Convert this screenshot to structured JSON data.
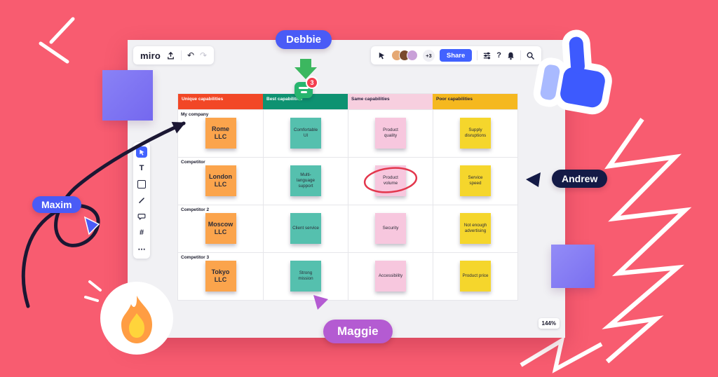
{
  "colors": {
    "background": "#F85C70",
    "brand_blue": "#4262FF",
    "cursor_blue": "#4A5BF6",
    "cursor_navy": "#141A46",
    "cursor_purple": "#B45BD2",
    "comment_green": "#27B56E",
    "annotation_red": "#E3374D",
    "header_red": "#F24726",
    "header_green": "#0E9271",
    "header_pink": "#F7CFDF",
    "header_yellow": "#F5B81F",
    "sticky_orange": "#FBA44C",
    "sticky_teal": "#55C0AE",
    "sticky_pink": "#F7C7DE",
    "sticky_yellow": "#F5D62C"
  },
  "window": {
    "topbar": {
      "logo": "miro",
      "undo_glyph": "↶",
      "redo_glyph": "↷",
      "collaborators_more": "+3",
      "share_label": "Share",
      "help_glyph": "?"
    },
    "toolbar": {
      "text_glyph": "T",
      "frame_glyph": "#",
      "more_glyph": "⋯"
    },
    "zoom_level": "144%"
  },
  "comment": {
    "badge_count": "3"
  },
  "cursors": [
    {
      "name": "Debbie"
    },
    {
      "name": "Maxim"
    },
    {
      "name": "Andrew"
    },
    {
      "name": "Maggie"
    }
  ],
  "board": {
    "columns": [
      {
        "label": "Unique capabilities"
      },
      {
        "label": "Best capabilities"
      },
      {
        "label": "Same capabilities"
      },
      {
        "label": "Poor capabilities"
      }
    ],
    "rows": [
      {
        "label": "My company",
        "cells": [
          "Rome LLC",
          "Comfortable UI",
          "Product quality",
          "Supply disruptions"
        ]
      },
      {
        "label": "Competitor",
        "cells": [
          "London LLC",
          "Multi-language support",
          "Product volume",
          "Service speed"
        ]
      },
      {
        "label": "Competitor 2",
        "cells": [
          "Moscow LLC",
          "Client service",
          "Security",
          "Not enough advertising"
        ]
      },
      {
        "label": "Competitor 3",
        "cells": [
          "Tokyo LLC",
          "Strong mission",
          "Accessibility",
          "Product price"
        ]
      }
    ]
  }
}
